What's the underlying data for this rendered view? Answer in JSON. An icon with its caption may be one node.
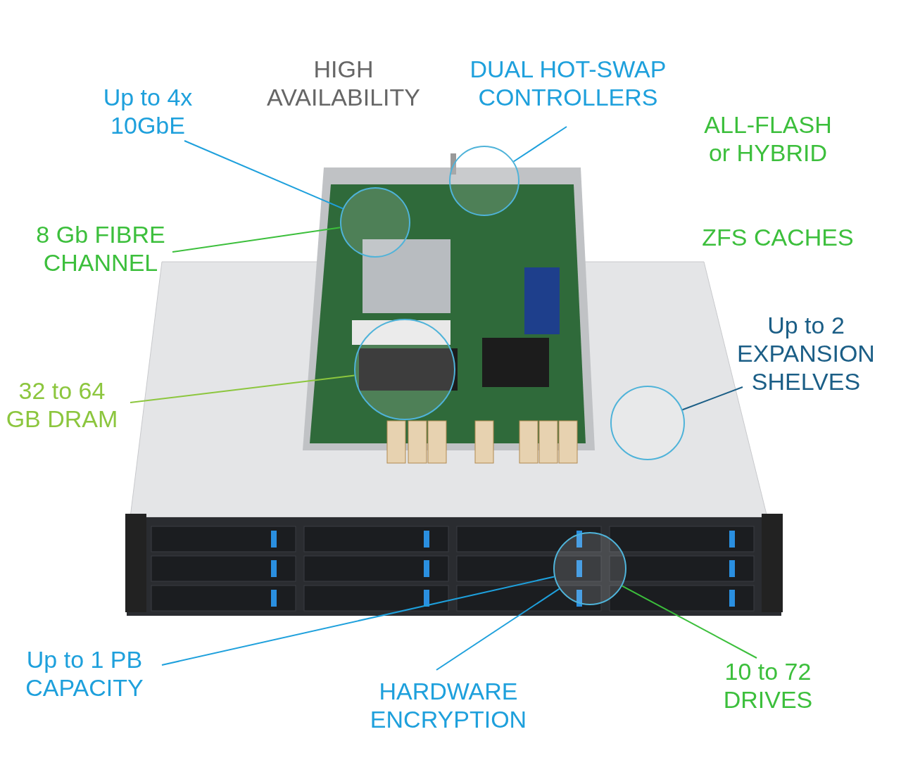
{
  "diagram": {
    "nodes": [
      {
        "text": [
          "Up to 4x 10GbE"
        ]
      },
      {
        "text": [
          "DUAL HOT-SWAP CONTROLLERS"
        ]
      },
      {
        "text": [],
        "shape": "circle"
      },
      {
        "text": [],
        "shape": "circle"
      },
      {
        "text": [
          "8 Gb FIBRE CHANNEL"
        ]
      },
      {
        "text": [
          "32 to 64 GB DRAM"
        ]
      },
      {
        "text": [],
        "shape": "circle"
      },
      {
        "text": [
          "Up to 2 EXPANSION SHELVES"
        ]
      },
      {
        "text": [],
        "shape": "circle"
      },
      {
        "text": [],
        "shape": "circle"
      },
      {
        "text": [
          "Up to 1 PB CAPACITY"
        ]
      },
      {
        "text": [
          "HARDWARE ENCRYPTION"
        ]
      },
      {
        "text": [
          "10 to 72 DRIVES"
        ]
      }
    ],
    "edges": [
      {
        "from": 0,
        "to": 2,
        "arrow": "none"
      },
      {
        "from": 1,
        "to": 3,
        "arrow": "none"
      },
      {
        "from": 4,
        "to": 2,
        "arrow": "none",
        "color": "#3cbf3c"
      },
      {
        "from": 5,
        "to": 6,
        "arrow": "none",
        "color": "#8cc63e"
      },
      {
        "from": 7,
        "to": 8,
        "arrow": "none",
        "color": "#1b5e86"
      },
      {
        "from": 10,
        "to": 9,
        "arrow": "none"
      },
      {
        "from": 11,
        "to": 9,
        "arrow": "none"
      },
      {
        "from": 12,
        "to": 9,
        "arrow": "none",
        "color": "#3cbf3c"
      }
    ],
    "labels": [
      "HIGH AVAILABILITY",
      "ALL-FLASH or HYBRID",
      "ZFS CACHES"
    ]
  }
}
